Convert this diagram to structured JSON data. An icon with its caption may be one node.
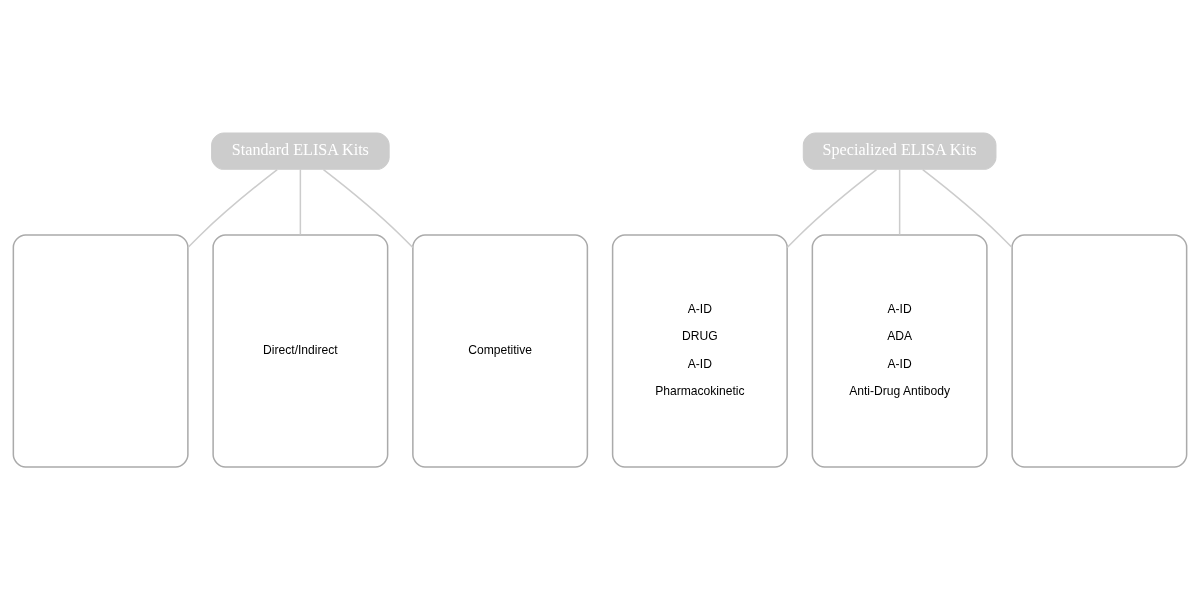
{
  "diagram": {
    "nodes": [
      {
        "text": [
          "Standard ELISA Kits"
        ]
      },
      {
        "text": [
          "Specialized ELISA Kits"
        ]
      },
      {
        "text": [],
        "shape": "box"
      },
      {
        "text": [
          "Direct/Indirect"
        ]
      },
      {
        "text": [
          "Competitive"
        ]
      },
      {
        "text": [
          "A-ID",
          "DRUG",
          "A-ID",
          "Pharmacokinetic"
        ]
      },
      {
        "text": [
          "A-ID",
          "ADA",
          "A-ID",
          "Anti-Drug Antibody"
        ]
      },
      {
        "text": [],
        "shape": "box"
      }
    ],
    "edges": [
      {
        "from": 0,
        "to": 2,
        "arrow": "none"
      },
      {
        "from": 0,
        "to": 3,
        "arrow": "none"
      },
      {
        "from": 0,
        "to": 4,
        "arrow": "none"
      },
      {
        "from": 1,
        "to": 5,
        "arrow": "none"
      },
      {
        "from": 1,
        "to": 6,
        "arrow": "none"
      },
      {
        "from": 1,
        "to": 7,
        "arrow": "none"
      }
    ]
  }
}
